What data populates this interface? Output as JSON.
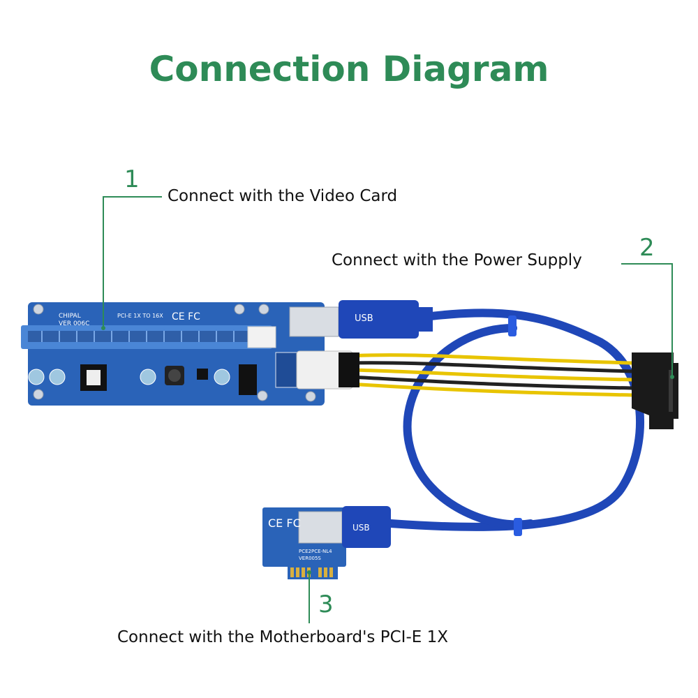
{
  "title": "Connection Diagram",
  "colors": {
    "accent": "#2e8b57",
    "board": "#2a63b8",
    "cable": "#1f47b8",
    "slot": "#4a86d6"
  },
  "callouts": [
    {
      "number": "1",
      "text": "Connect with the Video Card"
    },
    {
      "number": "2",
      "text": "Connect with the Power Supply"
    },
    {
      "number": "3",
      "text": "Connect with the Motherboard's PCI-E 1X"
    }
  ],
  "board_markings": {
    "main_brand": "CHIPAL",
    "main_version": "VER 006C",
    "main_model": "PCI-E 1X TO 16X",
    "cert": "CE FC",
    "small_model": "PCE2PCE-NL4",
    "small_version": "VER005S",
    "usb_port": "USB"
  }
}
